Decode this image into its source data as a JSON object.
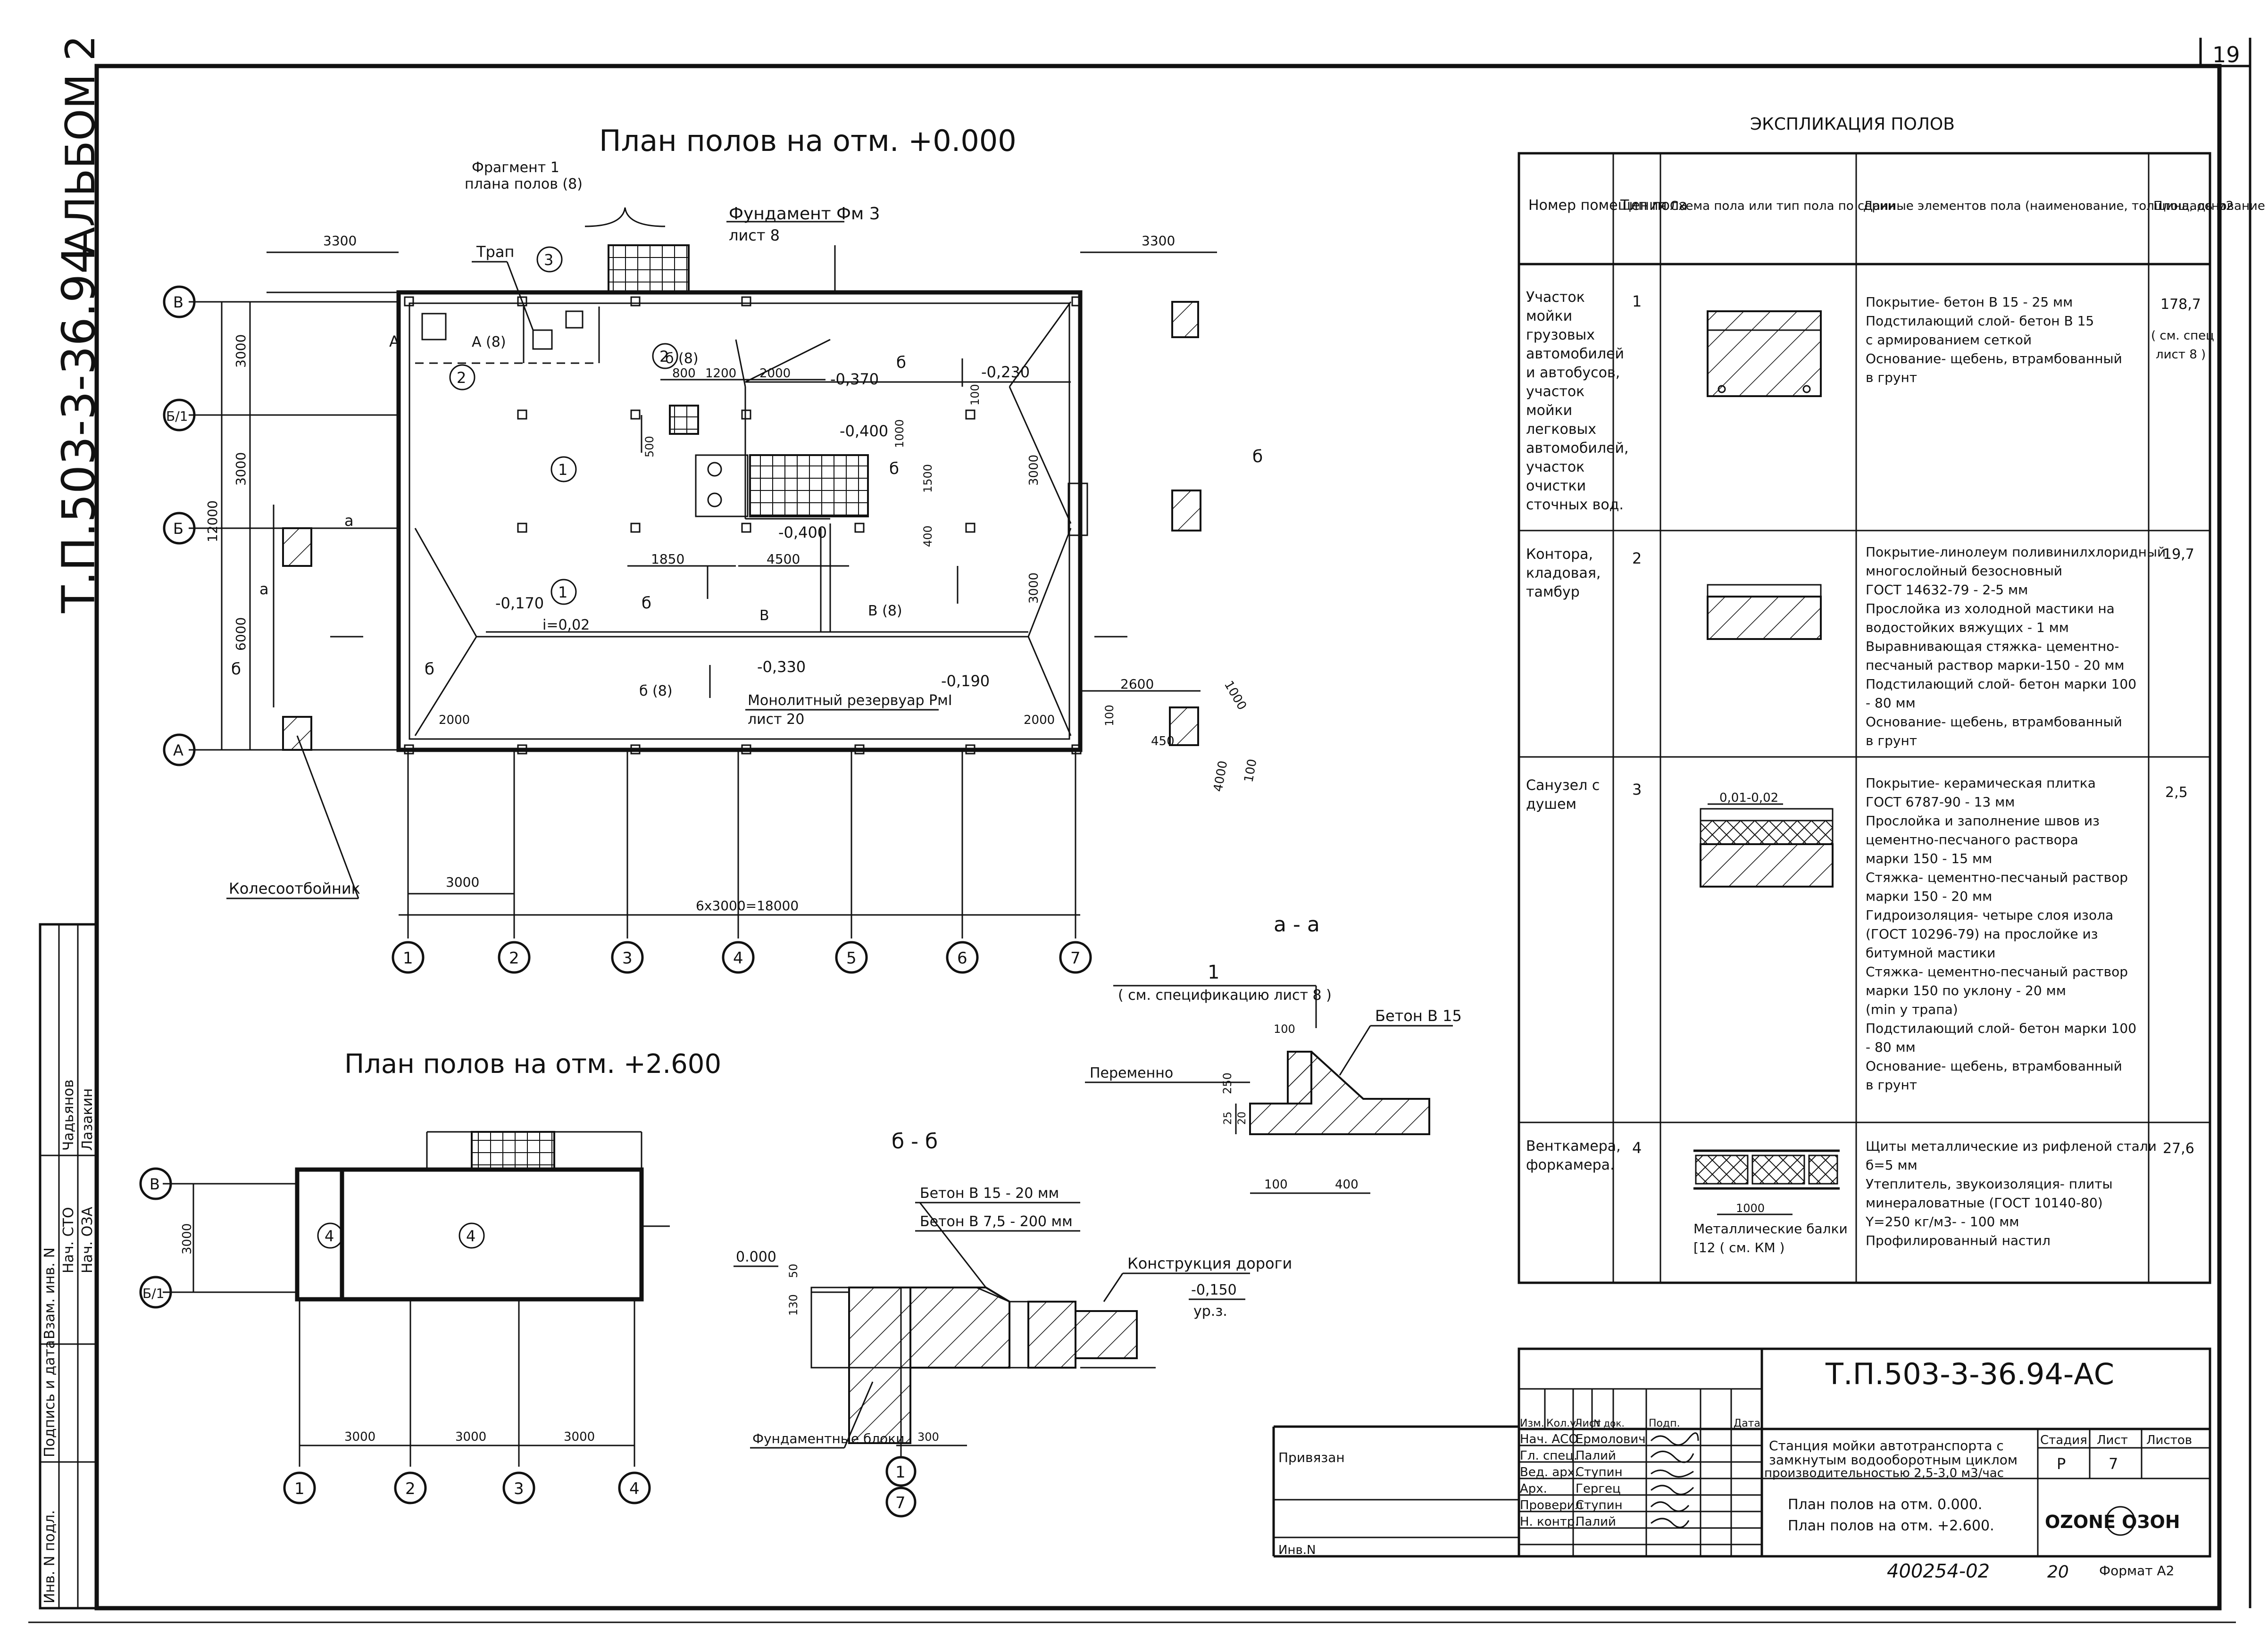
{
  "sheet": {
    "sheet_number": "19",
    "side_code": "Т.П.503-3-36.94",
    "album": "АЛЬБОМ 2"
  },
  "plan_main": {
    "title": "План полов на отм. +0.000",
    "fragment_label_1": "Фрагмент 1",
    "fragment_label_2": "плана полов (8)",
    "foundation_label": "Фундамент  Фм 3",
    "foundation_sheet": "лист 8",
    "drain_label": "Трап",
    "reservoir_label": "Монолитный резервуар РмI",
    "reservoir_sheet": "лист 20",
    "wheel_guard": "Колесоотбойник",
    "slope_label": "i=0,02",
    "dims": [
      "3300",
      "3300",
      "3000",
      "3000",
      "12000",
      "6000",
      "800",
      "1200",
      "2000",
      "1850",
      "4500",
      "2000",
      "2000",
      "2600",
      "3000",
      "3000",
      "500",
      "1000",
      "1500",
      "400",
      "100",
      "100",
      "1000",
      "4000",
      "100",
      "450",
      "3000",
      "6х3000=18000"
    ],
    "levels": [
      "-0,370",
      "-0,230",
      "-0,400",
      "-0,400",
      "-0,170",
      "-0,330",
      "-0,190"
    ],
    "section_marks": [
      "А",
      "А (8)",
      "б (8)",
      "б",
      "б",
      "б",
      "б (8)",
      "б",
      "В",
      "В (8)",
      "б",
      "а",
      "а"
    ],
    "rooms": [
      "1",
      "1",
      "2",
      "2",
      "3"
    ],
    "axes_rows": [
      "В",
      "Б/1",
      "Б",
      "А"
    ],
    "axes_cols": [
      "1",
      "2",
      "3",
      "4",
      "5",
      "6",
      "7"
    ]
  },
  "plan_upper": {
    "title": "План полов на отм. +2.600",
    "rooms": [
      "4",
      "4"
    ],
    "axes_rows": [
      "В",
      "Б/1"
    ],
    "axes_cols": [
      "1",
      "2",
      "3",
      "4"
    ],
    "dims": [
      "3000",
      "3000",
      "3000",
      "3000"
    ]
  },
  "section_aa": {
    "title": "а - а",
    "spec_num": "1",
    "spec_ref": "( см. спецификацию лист 8 )",
    "concrete": "Бетон В 15",
    "variable": "Переменно",
    "dims": [
      "100",
      "250",
      "25",
      "20",
      "100",
      "400"
    ]
  },
  "section_bb": {
    "title": "б - б",
    "concrete_1": "Бетон В 15  - 20 мм",
    "concrete_2": "Бетон В 7,5 - 200 мм",
    "road": "Конструкция дороги",
    "level_0": "0.000",
    "level_1": "-0,150",
    "level_2": "ур.з.",
    "blocks": "Фундаментные блоки",
    "dims": [
      "50",
      "130",
      "300"
    ],
    "axis_1": "1",
    "axis_2": "7"
  },
  "explication": {
    "title": "ЭКСПЛИКАЦИЯ ПОЛОВ",
    "headers": [
      "Номер помещения",
      "Тип пола",
      "Схема пола или тип пола по серии",
      "Данные элементов пола (наименование, толщина, основание и др.), мм",
      "Площадь м2"
    ],
    "rows": [
      {
        "room": [
          "Участок",
          "мойки",
          "грузовых",
          "автомобилей",
          "и автобусов,",
          "участок",
          "мойки",
          "легковых",
          "автомобилей,",
          "участок",
          "очистки",
          "сточных вод."
        ],
        "type": "1",
        "scheme_note": "",
        "data": [
          "Покрытие- бетон В 15          - 25 мм",
          "Подстилающий слой- бетон В 15",
          "с армированием сеткой",
          "Основание- щебень, втрамбованный",
          "в грунт"
        ],
        "area": [
          "178,7",
          "( см. спец",
          "лист 8 )"
        ]
      },
      {
        "room": [
          "Контора,",
          "кладовая,",
          "тамбур"
        ],
        "type": "2",
        "scheme_note": "",
        "data": [
          "Покрытие-линолеум поливинилхлоридный",
          "многослойный безосновный",
          "ГОСТ 14632-79              - 2-5 мм",
          "Прослойка из холодной мастики на",
          "водостойких вяжущих        - 1 мм",
          "Выравнивающая стяжка- цементно-",
          "песчаный раствор марки-150 - 20 мм",
          "Подстилающий слой- бетон марки 100",
          "                            - 80 мм",
          "Основание- щебень, втрамбованный",
          "в грунт"
        ],
        "area": [
          "19,7"
        ]
      },
      {
        "room": [
          "Санузел с",
          "душем"
        ],
        "type": "3",
        "scheme_note": "0,01-0,02",
        "data": [
          "Покрытие- керамическая плитка",
          "ГОСТ 6787-90               - 13 мм",
          "Прослойка и заполнение швов из",
          "цементно-песчаного раствора",
          "марки 150                  - 15 мм",
          "Стяжка- цементно-песчаный раствор",
          "марки 150                  - 20 мм",
          "Гидроизоляция- четыре слоя изола",
          "(ГОСТ 10296-79) на прослойке из",
          "битумной мастики",
          "Стяжка- цементно-песчаный раствор",
          "марки 150 по уклону        - 20 мм",
          "(min у трапа)",
          "Подстилающий слой- бетон марки 100",
          "                            - 80 мм",
          "Основание- щебень, втрамбованный",
          "в грунт"
        ],
        "area": [
          "2,5"
        ]
      },
      {
        "room": [
          "Венткамера,",
          "форкамера."
        ],
        "type": "4",
        "scheme_note": "1000",
        "scheme_note_2": "Металлические балки",
        "scheme_note_3": "[12 ( см. КМ )",
        "data": [
          "Щиты металлические из рифленой стали",
          "б=5 мм",
          "Утеплитель, звукоизоляция- плиты",
          "минераловатные (ГОСТ 10140-80)",
          "Y=250 кг/м3-               - 100 мм",
          "Профилированный настил"
        ],
        "area": [
          "27,6"
        ]
      }
    ]
  },
  "title_block": {
    "code": "Т.П.503-3-36.94-АС",
    "bound": "Привязан",
    "inv": "Инв.N",
    "col_heads": [
      "Изм.",
      "Кол.уч",
      "Лист",
      "N док.",
      "Подп.",
      "Дата"
    ],
    "people": [
      {
        "role": "Нач. АСО",
        "name": "Ермолович"
      },
      {
        "role": "Гл. спец.",
        "name": "Палий"
      },
      {
        "role": "Вед. арх.",
        "name": "Ступин"
      },
      {
        "role": "Арх.",
        "name": "Гергец"
      },
      {
        "role": "Проверил",
        "name": "Ступин"
      },
      {
        "role": "Н. контр.",
        "name": "Палий"
      }
    ],
    "project": [
      "Станция мойки автотранспорта с",
      "замкнутым водооборотным циклом",
      "производительностью 2,5-3,0 м3/час"
    ],
    "stage_head": "Стадия",
    "sheet_head": "Лист",
    "sheets_head": "Листов",
    "stage": "Р",
    "sheet": "7",
    "drawing": [
      "План полов на отм. 0.000.",
      "План полов на отм. +2.600."
    ],
    "logo": "OZONE  OЗOH",
    "stamp_number": "400254-02",
    "stamp_page": "20",
    "format": "Формат А2"
  },
  "side_stamp": {
    "labels": [
      "Инв. N подл.",
      "Подпись и дата",
      "Взам. инв. N",
      "Нач. СТО",
      "Нач. ОЗА",
      "Чадьянов",
      "Лазакин"
    ]
  }
}
